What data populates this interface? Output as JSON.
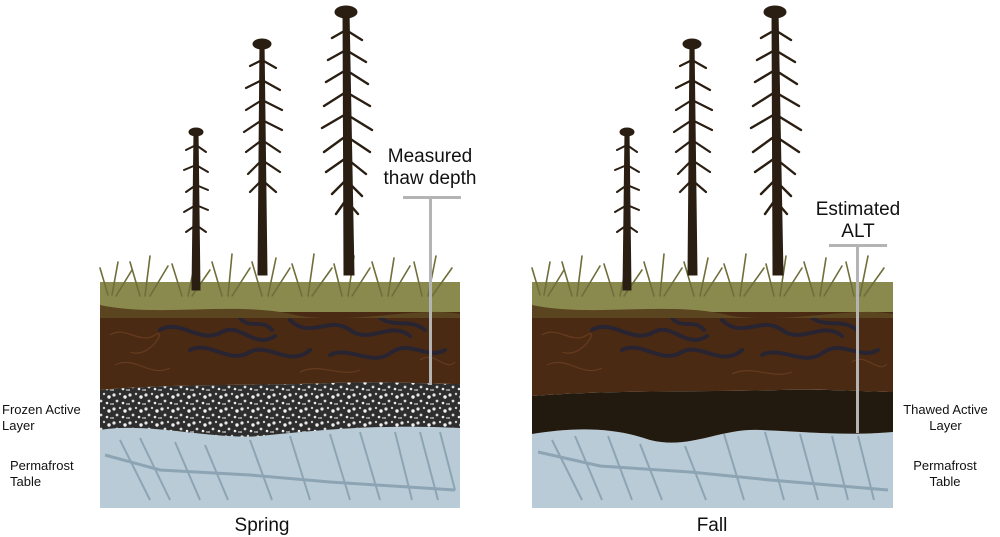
{
  "panels": {
    "spring": {
      "title": "Spring",
      "probe_label": [
        "Measured",
        "thaw depth"
      ],
      "layer_label": [
        "Frozen Active",
        "Layer"
      ],
      "table_label": [
        "Permafrost",
        "Table"
      ]
    },
    "fall": {
      "title": "Fall",
      "probe_label": [
        "Estimated",
        "ALT"
      ],
      "layer_label": [
        "Thawed Active",
        "Layer"
      ],
      "table_label": [
        "Permafrost",
        "Table"
      ]
    }
  },
  "colors": {
    "vegetation": "#8a8a4e",
    "grass": "#6f6e3a",
    "organic_soil": "#4a2a12",
    "roots": "#252436",
    "frozen_gravel": "#3a3a3a",
    "thawed_layer": "#221a0f",
    "permafrost": "#b9cbd6",
    "ice_streak": "#7e98a8",
    "tree": "#2a1e12",
    "probe": "#b4b4b4"
  }
}
